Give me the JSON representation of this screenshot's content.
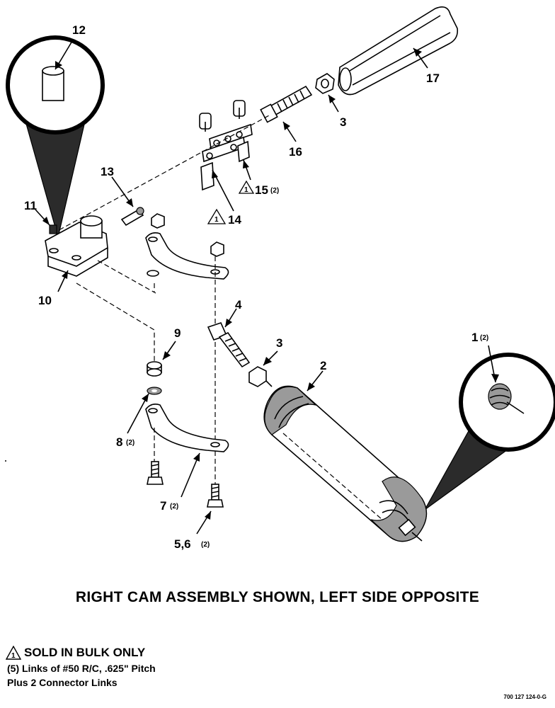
{
  "callouts": {
    "c1": "1",
    "c1_qty": "(2)",
    "c2": "2",
    "c3a": "3",
    "c3b": "3",
    "c4": "4",
    "c56": "5,6",
    "c56_qty": "(2)",
    "c7": "7",
    "c7_qty": "(2)",
    "c8": "8",
    "c8_qty": "(2)",
    "c9": "9",
    "c10": "10",
    "c11": "11",
    "c12": "12",
    "c13": "13",
    "c14": "14",
    "c15": "15",
    "c15_qty": "(2)",
    "c16": "16",
    "c17": "17"
  },
  "note_marker": "1",
  "caption": "RIGHT CAM ASSEMBLY SHOWN, LEFT SIDE OPPOSITE",
  "note": {
    "title": "SOLD IN BULK ONLY",
    "line1": "(5) Links of #50 R/C, .625\" Pitch",
    "line2": "Plus 2 Connector Links"
  },
  "drawing_number": "700 127 124-0-G"
}
